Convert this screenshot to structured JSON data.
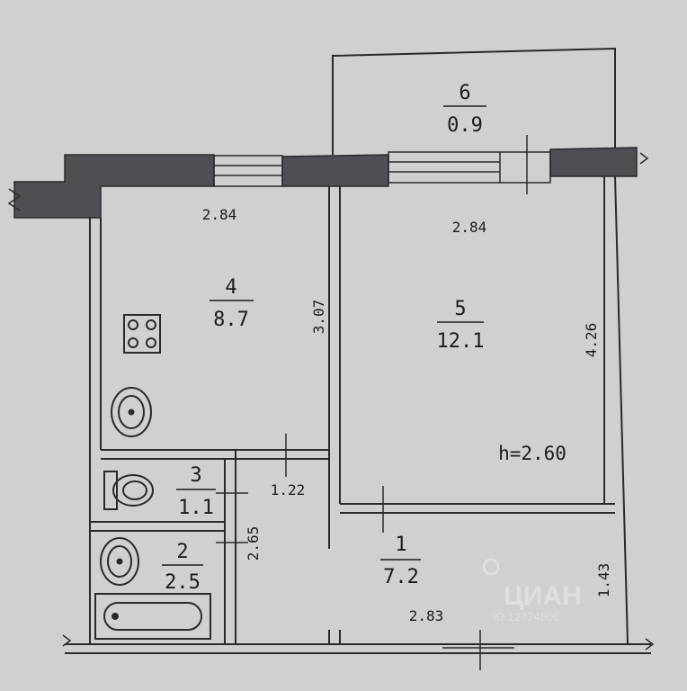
{
  "rooms": [
    {
      "id": "1",
      "area": "7.2"
    },
    {
      "id": "2",
      "area": "2.5"
    },
    {
      "id": "3",
      "area": "1.1"
    },
    {
      "id": "4",
      "area": "8.7"
    },
    {
      "id": "5",
      "area": "12.1"
    },
    {
      "id": "6",
      "area": "0.9"
    }
  ],
  "dimensions": {
    "kitchen_width": "2.84",
    "kitchen_length": "3.07",
    "room_width": "2.84",
    "room_length": "4.26",
    "corridor_width": "1.22",
    "bath_length": "2.65",
    "hall_width": "2.83",
    "hall_length": "1.43"
  },
  "ceiling_height": "h=2.60",
  "watermark": {
    "brand": "ЦИАН",
    "id": "ID 12774806"
  },
  "colors": {
    "wall": "#4f4f53",
    "line": "#2a2a2c",
    "paper": "#cfd0cf"
  },
  "icons": [
    "stove-icon",
    "sink-icon",
    "toilet-icon",
    "washbasin-icon",
    "bathtub-icon"
  ]
}
